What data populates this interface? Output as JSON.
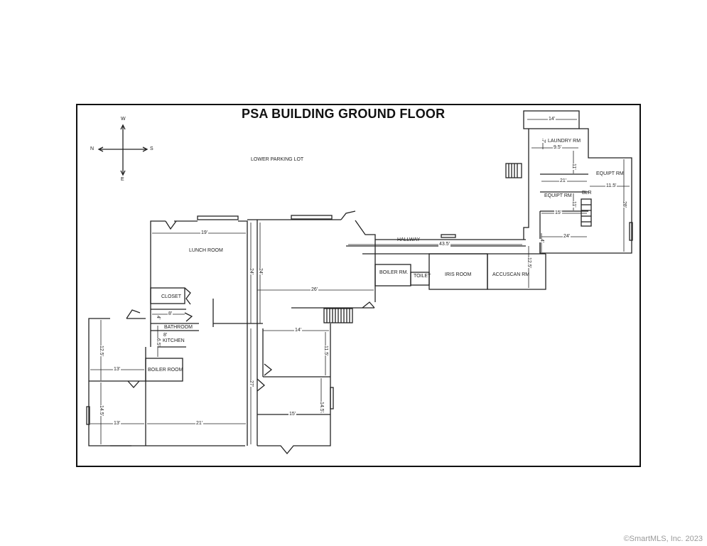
{
  "title": "PSA BUILDING GROUND FLOOR",
  "compass": {
    "north": "N",
    "south": "S",
    "west": "W",
    "east": "E"
  },
  "labels": {
    "lower_parking_lot": "LOWER PARKING LOT",
    "lunch_room": "LUNCH ROOM",
    "closet": "CLOSET",
    "bathroom": "BATHROOM",
    "kitchen": "KITCHEN",
    "boiler_room_left": "BOILER ROOM",
    "hallway": "HALLWAY",
    "boiler_rm": "BOILER RM.",
    "toilet": "TOILET",
    "iris_room": "IRIS ROOM",
    "accuscan_rm": "ACCUSCAN RM",
    "laundry_rm": "LAUNDRY RM",
    "equipt_rm_right": "EQUIPT RM",
    "equipt_rm_mid": "EQUIPT RM",
    "blr": "BLR"
  },
  "dimensions": {
    "d19": "19'",
    "d24a": "24'",
    "d24b": "24'",
    "d26": "26'",
    "d8": "8'",
    "d4": "4'",
    "d8b": "8'",
    "d65": "6.5'",
    "d125": "12.5'",
    "d13a": "13'",
    "d145a": "14.5'",
    "d13b": "13'",
    "d21a": "21'",
    "d27": "27'",
    "d14a": "14'",
    "d115a": "11.5'",
    "d145b": "14.5'",
    "d15a": "15'",
    "d435": "43.5'",
    "d125b": "12.5'",
    "d14b": "14'",
    "d7": "7'",
    "d95": "9.5'",
    "d11a": "11'",
    "d21b": "21'",
    "d115b": "11.5'",
    "d11b": "11'",
    "d15b": "15'",
    "d24c": "24'",
    "d4b": "4'",
    "d28": "28'"
  },
  "copyright": "©SmartMLS, Inc. 2023"
}
